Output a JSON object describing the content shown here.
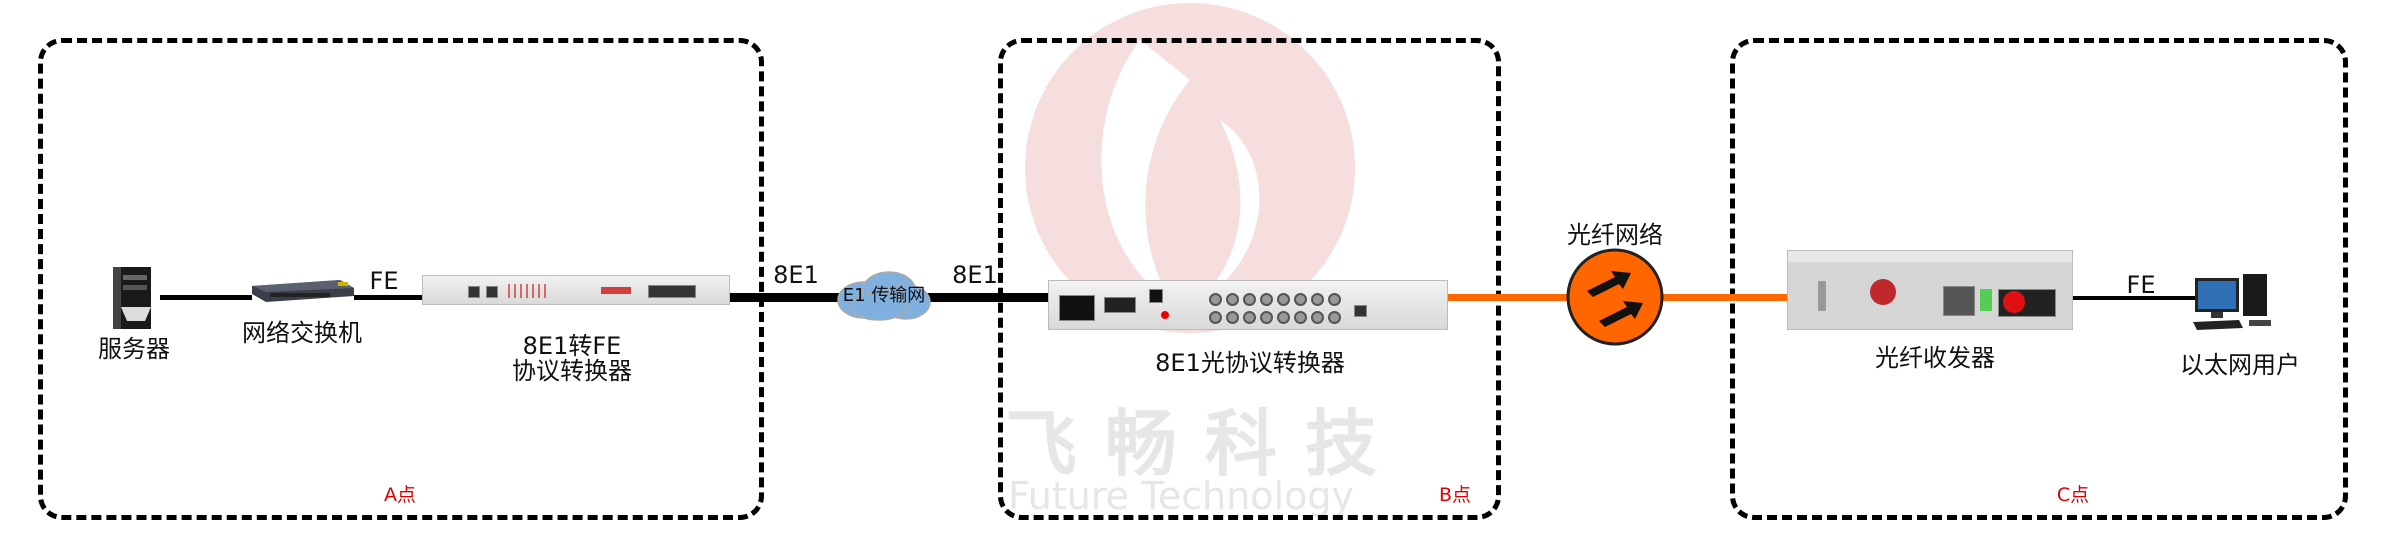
{
  "watermark": {
    "brand_cn": "飞畅科技",
    "brand_en": "Future Technology",
    "logo_color": "#f3d3d3"
  },
  "zones": [
    {
      "id": "A",
      "label": "A点"
    },
    {
      "id": "B",
      "label": "B点"
    },
    {
      "id": "C",
      "label": "C点"
    }
  ],
  "nodes": {
    "server": "服务器",
    "switch": "网络交换机",
    "converter_a_line1": "8E1转FE",
    "converter_a_line2": "协议转换器",
    "cloud": "E1 传输网",
    "converter_b": "8E1光协议转换器",
    "fiber_network": "光纤网络",
    "transceiver": "光纤收发器",
    "ethernet_user": "以太网用户"
  },
  "links": {
    "fe_1": "FE",
    "e1_left": "8E1",
    "e1_right": "8E1",
    "fe_2": "FE"
  },
  "colors": {
    "zone_label": "#e00000",
    "fiber": "#ff6600",
    "copper": "#000000",
    "cloud": "#5b9bd5"
  }
}
